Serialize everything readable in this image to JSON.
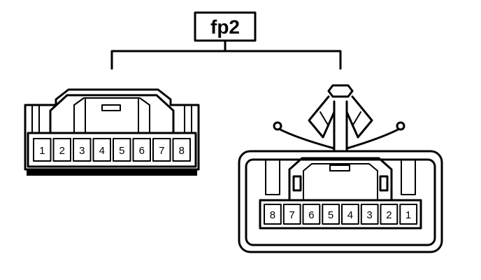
{
  "title": "fp2",
  "connector_left": {
    "pins": [
      "1",
      "2",
      "3",
      "4",
      "5",
      "6",
      "7",
      "8"
    ]
  },
  "connector_right": {
    "pins": [
      "8",
      "7",
      "6",
      "5",
      "4",
      "3",
      "2",
      "1"
    ]
  },
  "colors": {
    "stroke": "#000000",
    "background": "#ffffff"
  }
}
